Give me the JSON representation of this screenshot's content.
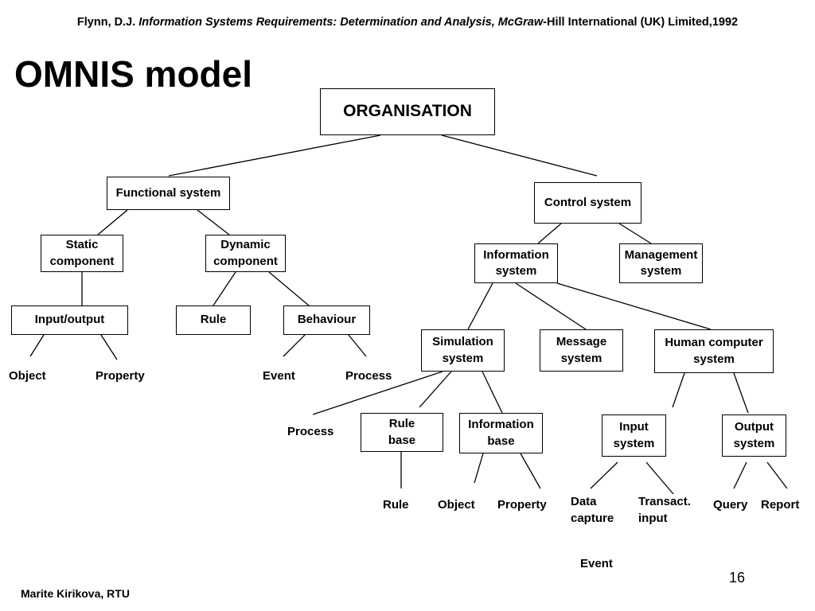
{
  "citation": {
    "author": "Flynn, D.J. ",
    "title": "Information Systems Requirements: Determination and Analysis, McGraw",
    "publisher": "-Hill International (UK) Limited,1992"
  },
  "title": "OMNIS model",
  "diagram": {
    "nodes": {
      "organisation": "ORGANISATION",
      "functional_system": "Functional system",
      "control_system": "Control system",
      "static_component": "Static\ncomponent",
      "dynamic_component": "Dynamic\ncomponent",
      "information_system": "Information\nsystem",
      "management_system": "Management\nsystem",
      "input_output": "Input/output",
      "rule": "Rule",
      "behaviour": "Behaviour",
      "simulation_system": "Simulation\nsystem",
      "message_system": "Message\nsystem",
      "human_computer_system": "Human computer\nsystem",
      "rule_base": "Rule\nbase",
      "information_base": "Information\nbase",
      "input_system": "Input\nsystem",
      "output_system": "Output\nsystem"
    },
    "leaves": {
      "object_1": "Object",
      "property_1": "Property",
      "event_1": "Event",
      "process_1": "Process",
      "process_2": "Process",
      "rule_leaf": "Rule",
      "object_2": "Object",
      "property_2": "Property",
      "data_capture": "Data\ncapture",
      "transact_input": "Transact.\ninput",
      "query": "Query",
      "report": "Report",
      "event_2": "Event"
    }
  },
  "footer": "Marite Kirikova, RTU",
  "page_number": "16"
}
